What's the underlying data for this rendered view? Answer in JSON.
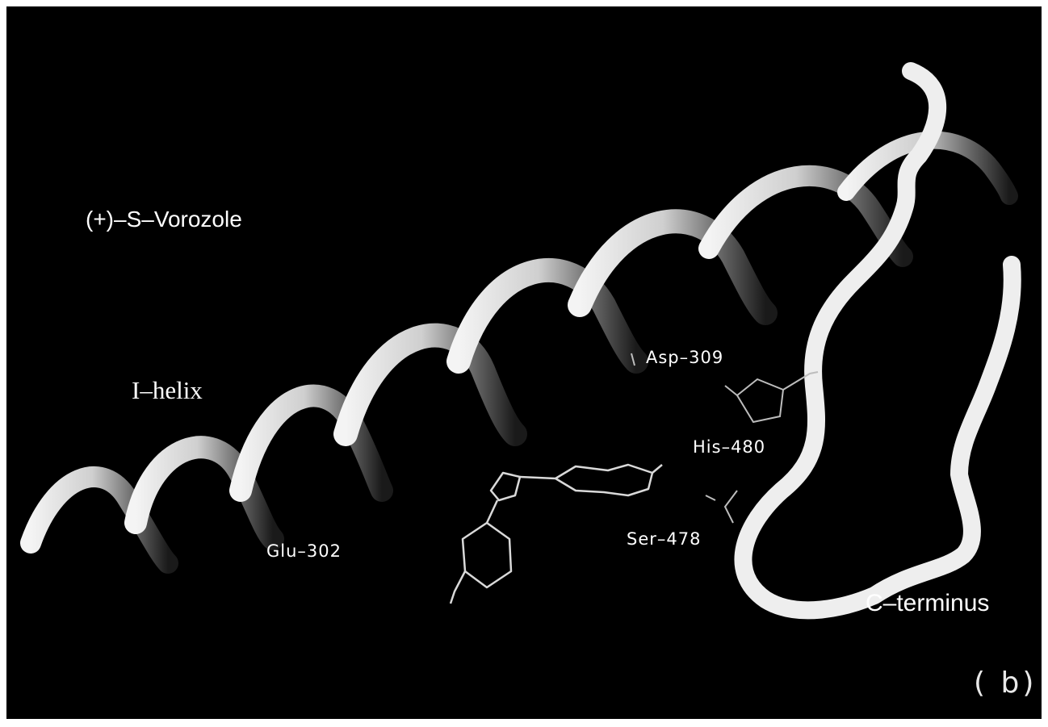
{
  "figure": {
    "title_label": "(+)–S–Vorozole",
    "helix_label": "I–helix",
    "residues": {
      "glu": "Glu–302",
      "asp": "Asp–309",
      "his": "His–480",
      "ser": "Ser–478"
    },
    "cterminus_label": "C–terminus",
    "panel_label": "( b)"
  },
  "colors": {
    "background": "#000000",
    "ribbon": "#ffffff",
    "label": "#ffffff"
  }
}
